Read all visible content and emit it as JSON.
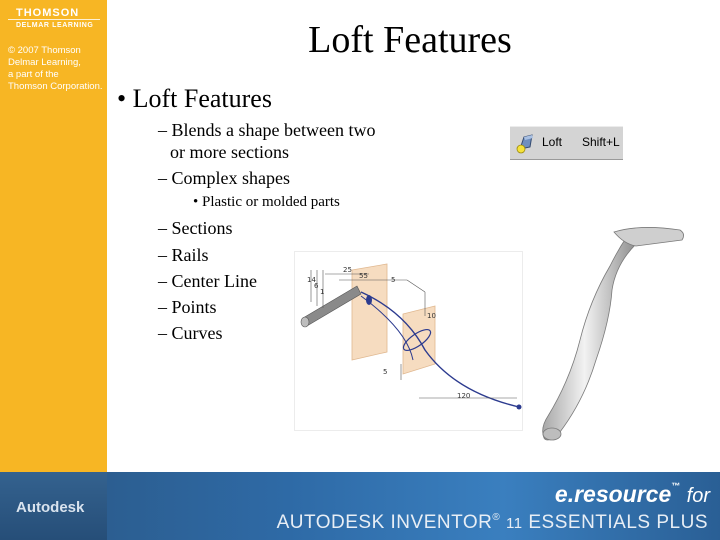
{
  "sidebar": {
    "publisher": "THOMSON",
    "imprint": "DELMAR LEARNING",
    "copyright_lines": [
      "© 2007 Thomson",
      "Delmar Learning,",
      "a part of the",
      "Thomson Corporation."
    ]
  },
  "slide": {
    "title": "Loft Features",
    "bullet": "• Loft Features",
    "sub_items": [
      "– Blends a shape between two",
      "or more sections",
      "– Complex shapes",
      "– Sections",
      "– Rails",
      "– Center Line",
      "– Points",
      "– Curves"
    ],
    "sub_sub_item": "• Plastic or molded parts"
  },
  "loft_button": {
    "label": "Loft",
    "shortcut": "Shift+L",
    "icon": "loft-tool-icon"
  },
  "sketch": {
    "dimensions": [
      "14",
      "6",
      "1",
      "25",
      "55",
      "5",
      "10",
      "5",
      "120"
    ]
  },
  "banner": {
    "left_logo": "Autodesk",
    "series_name": "e.resource",
    "series_tm": "™",
    "series_for": "for",
    "product_a": "AUTODESK INVENTOR",
    "product_reg": "®",
    "product_num": "11",
    "product_b": "ESSENTIALS PLUS"
  },
  "colors": {
    "sidebar": "#f7b624",
    "banner": "#2e6aa6",
    "sketch_plane": "#f6dcc0",
    "profile_line": "#2c3b8f"
  }
}
